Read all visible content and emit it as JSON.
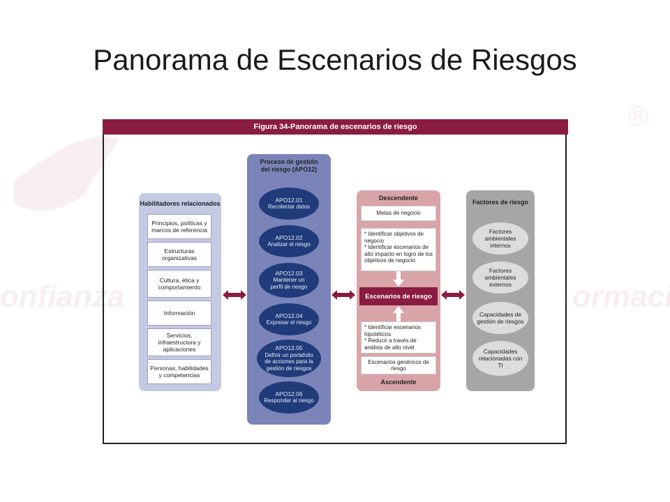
{
  "slide": {
    "title": "Panorama de Escenarios de Riesgos"
  },
  "watermark": {
    "text_left": "onfianza",
    "text_right": "ormació",
    "registered_mark": "®"
  },
  "figure": {
    "header": "Figura 34-Panorama de escenarios de riesgo",
    "enablers": {
      "title": "Habilitadores relacionados",
      "items": [
        "Principios, políticas y marcos de referencia",
        "Estructuras organizativas",
        "Cultura, ética y comportamiento",
        "Información",
        "Servicios, infraestructura y aplicaciones",
        "Personas, habilidades y competencias"
      ]
    },
    "process": {
      "title": "Proceso de gestión del riesgo (APO12)",
      "steps": [
        {
          "code": "APO12.01",
          "label": "Recolectar datos"
        },
        {
          "code": "APO12.02",
          "label": "Analizar el riesgo"
        },
        {
          "code": "APO12.03",
          "label": "Mantener un perfil de riesgo"
        },
        {
          "code": "APO12.04",
          "label": "Expresar el riesgo"
        },
        {
          "code": "APO12.05",
          "label": "Definir un portafolio de acciones para la gestión de riesgos"
        },
        {
          "code": "APO12.06",
          "label": "Responder al riesgo"
        }
      ]
    },
    "scenarios": {
      "top_label": "Descendente",
      "bottom_label": "Ascendente",
      "business_goals": "Metas de negocio",
      "top_bullets": [
        "* Identificar objetivos de negocio",
        "* Identificar escenarios de alto impacto en logro de los objetivos de negocio"
      ],
      "center": "Escenarios de riesgo",
      "bottom_bullets": [
        "* Identificar escenarios hipotéticos",
        "* Reducir a través de análisis de alto nivel"
      ],
      "generic": "Escenarios genéricos de riesgo"
    },
    "factors": {
      "title": "Factores de riesgo",
      "items": [
        "Factores ambientales internos",
        "Factores ambientales externos",
        "Capacidades de gestión de riesgos",
        "Capacidades relacionadas con TI"
      ]
    },
    "colors": {
      "maroon": "#8a1c42",
      "enablers_bg": "#c4c9e4",
      "process_bg": "#7a84b9",
      "process_ellipse": "#1f3b7a",
      "scenarios_bg": "#d9a4a8",
      "factors_bg": "#a6a6a6"
    }
  }
}
